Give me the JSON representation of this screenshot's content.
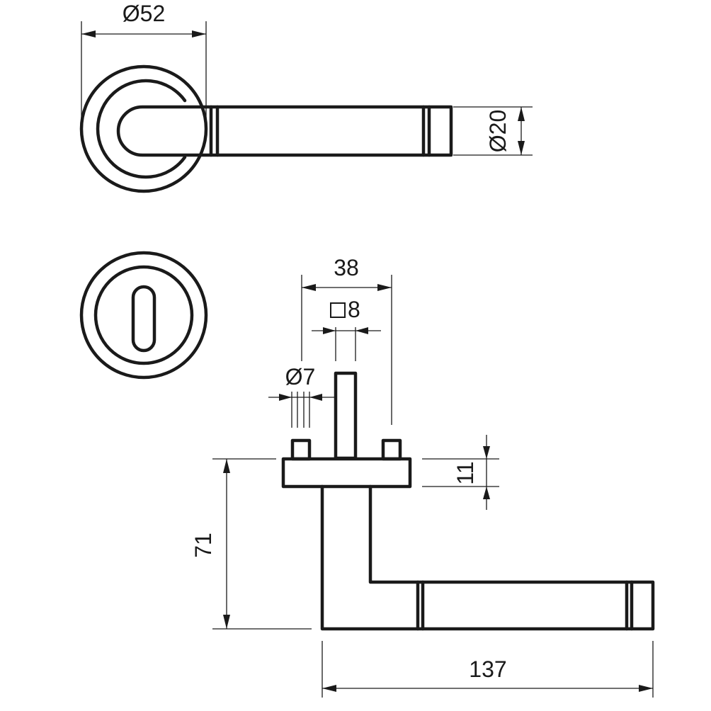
{
  "drawing": {
    "dimensions": {
      "rose_diameter": "Ø52",
      "lever_diameter": "Ø20",
      "fixing_spacing": "38",
      "spindle_square": "8",
      "screw_diameter": "Ø7",
      "rose_thickness": "11",
      "lever_projection": "71",
      "lever_length": "137"
    }
  }
}
